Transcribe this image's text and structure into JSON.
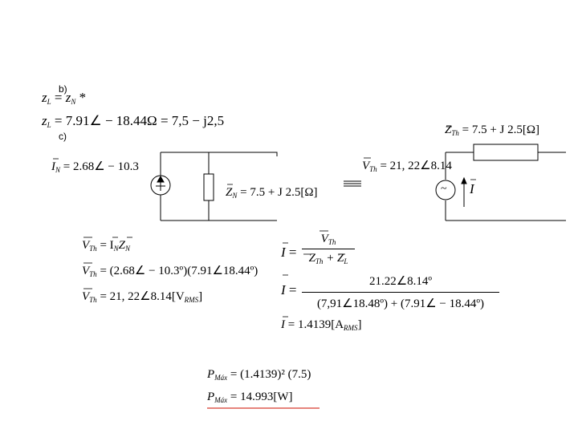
{
  "labels": {
    "b": "b)",
    "c": "c)"
  },
  "part_b": {
    "line1_lhs": "z",
    "line1_lhs_sub": "L",
    "line1_eq": "=",
    "line1_rhs": "z",
    "line1_rhs_sub": "N",
    "line1_star": "*",
    "line2_lhs": "z",
    "line2_lhs_sub": "L",
    "line2_rhs": "= 7.91∠ − 18.44Ω = 7,5 − j2,5"
  },
  "norton": {
    "source_label": "I",
    "source_sub": "N",
    "source_value": "= 2.68∠ − 10.3",
    "impedance_label": "Z",
    "impedance_sub": "N",
    "impedance_value": "= 7.5 + J 2.5[Ω]",
    "equiv_symbol": "≡"
  },
  "thevenin": {
    "impedance_label": "Z",
    "impedance_sub": "Th",
    "impedance_value": "= 7.5 + J 2.5[Ω]",
    "source_label": "V",
    "source_sub": "Th",
    "source_value": "= 21, 22∠8.14",
    "source_glyph": "~",
    "current_label": "I"
  },
  "vth_calc": {
    "l1_lhs": "V",
    "l1_lhs_sub": "Th",
    "l1_rhs": "= I",
    "l1_rhs_sub1": "N",
    "l1_rhs2": "Z",
    "l1_rhs_sub2": "N",
    "l2_lhs": "V",
    "l2_lhs_sub": "Th",
    "l2_rhs": "= (2.68∠ − 10.3º)(7.91∠18.44º)",
    "l3_lhs": "V",
    "l3_lhs_sub": "Th",
    "l3_rhs": "= 21, 22∠8.14[V",
    "l3_unit_sub": "RMS",
    "l3_close": "]"
  },
  "i_calc": {
    "l1_lhs": "I",
    "l1_eq": "=",
    "l1_num": "V",
    "l1_num_sub": "Th",
    "l1_den": "Z",
    "l1_den_sub": "Th",
    "l1_den_plus": "+ Z",
    "l1_den_sub2": "L",
    "l2_lhs": "I",
    "l2_eq": "=",
    "l2_num": "21.22∠8.14º",
    "l2_den": "(7,91∠18.48º) + (7.91∠ − 18.44º)",
    "l3_lhs": "I",
    "l3_rhs": "= 1.4139[A",
    "l3_unit_sub": "RMS",
    "l3_close": "]"
  },
  "pmax": {
    "l1_lhs": "P",
    "l1_sub": "Máx",
    "l1_rhs": "= (1.4139)² (7.5)",
    "l2_lhs": "P",
    "l2_sub": "Máx",
    "l2_rhs": "= 14.993[W]",
    "underline_color": "#d83a2e"
  }
}
